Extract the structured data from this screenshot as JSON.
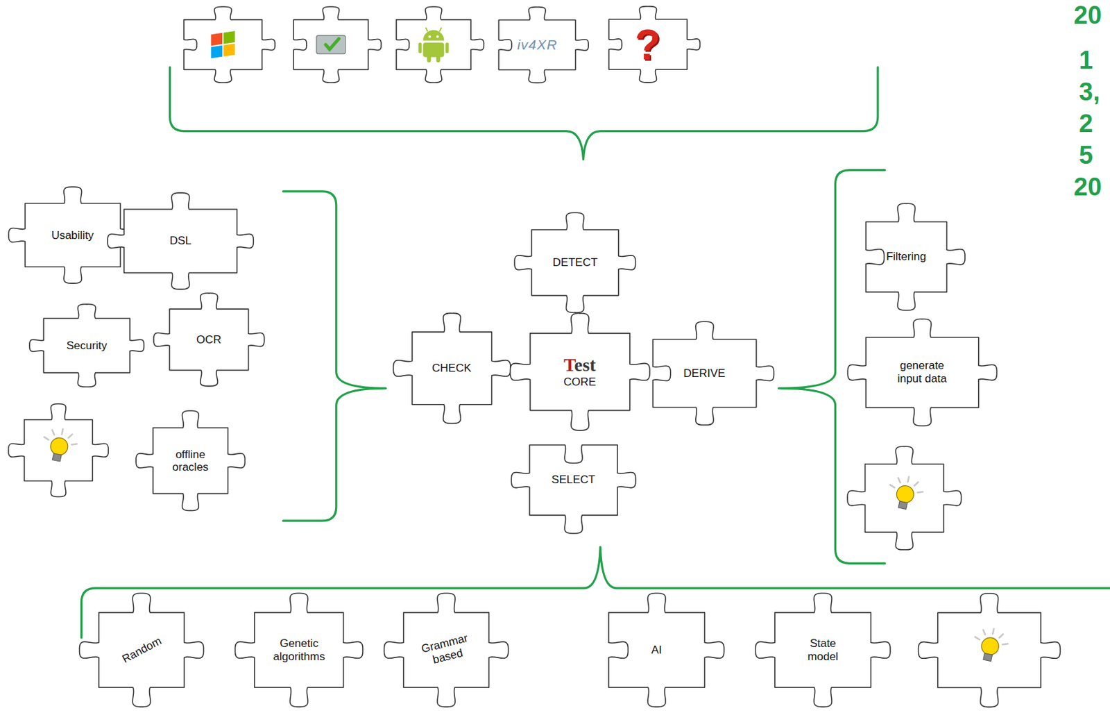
{
  "diagram": {
    "nodes": [
      {
        "text": [
          "iv4XR"
        ]
      },
      {
        "text": [
          "?"
        ]
      },
      {
        "text": [
          "Usability"
        ]
      },
      {
        "text": [
          "DSL"
        ]
      },
      {
        "text": [
          "DETECT"
        ]
      },
      {
        "text": [
          "Filtering"
        ]
      },
      {
        "text": [
          "Security"
        ]
      },
      {
        "text": [
          "OCR"
        ]
      },
      {
        "text": [
          "CHECK"
        ]
      },
      {
        "text": [
          "Test",
          "CORE"
        ]
      },
      {
        "text": [
          "DERIVE"
        ]
      },
      {
        "text": [
          "generate input data"
        ]
      },
      {
        "text": [
          "offline oracles"
        ]
      },
      {
        "text": [
          "SELECT"
        ]
      },
      {
        "text": [
          "Random"
        ]
      },
      {
        "text": [
          "Genetic algorithms"
        ]
      },
      {
        "text": [
          "Grammar based"
        ]
      },
      {
        "text": [
          "AI"
        ]
      },
      {
        "text": [
          "State model"
        ]
      }
    ],
    "labels": [
      "20",
      "1",
      "3,",
      "2",
      "5",
      "20"
    ]
  }
}
